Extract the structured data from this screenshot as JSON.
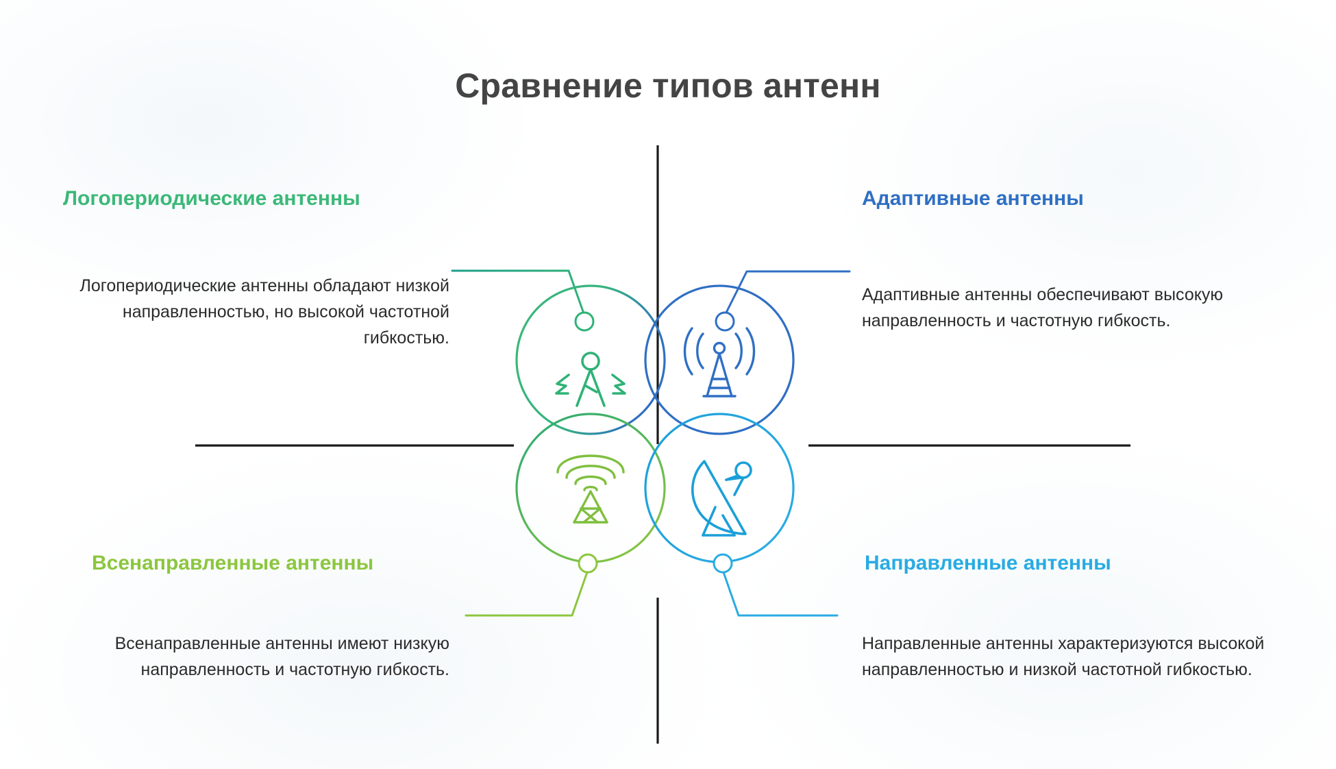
{
  "title": "Сравнение типов антенн",
  "colors": {
    "title": "#444444",
    "log_periodic": "#3cb878",
    "adaptive": "#2f6fc4",
    "omnidirectional": "#8cc63f",
    "directional": "#29abe2",
    "divider": "#1a1a1a",
    "body_text": "#2b2b2b",
    "background": "#ffffff"
  },
  "quadrants": {
    "top_left": {
      "heading": "Логопериодические антенны",
      "body": "Логопериодические антенны обладают низкой направленностью, но высокой частотной гибкостью.",
      "color": "#3cb878",
      "icon": "log-periodic-antenna-icon"
    },
    "top_right": {
      "heading": "Адаптивные антенны",
      "body": "Адаптивные антенны обеспечивают высокую направленность и частотную гибкость.",
      "color": "#2f6fc4",
      "icon": "broadcast-tower-antenna-icon"
    },
    "bottom_left": {
      "heading": "Всенаправленные антенны",
      "body": "Всенаправленные антенны имеют низкую направленность и частотную гибкость.",
      "color": "#8cc63f",
      "icon": "omnidirectional-tower-icon"
    },
    "bottom_right": {
      "heading": "Направленные антенны",
      "body": "Направленные антенны характеризуются высокой направленностью и низкой частотной гибкостью.",
      "color": "#29abe2",
      "icon": "satellite-dish-icon"
    }
  }
}
